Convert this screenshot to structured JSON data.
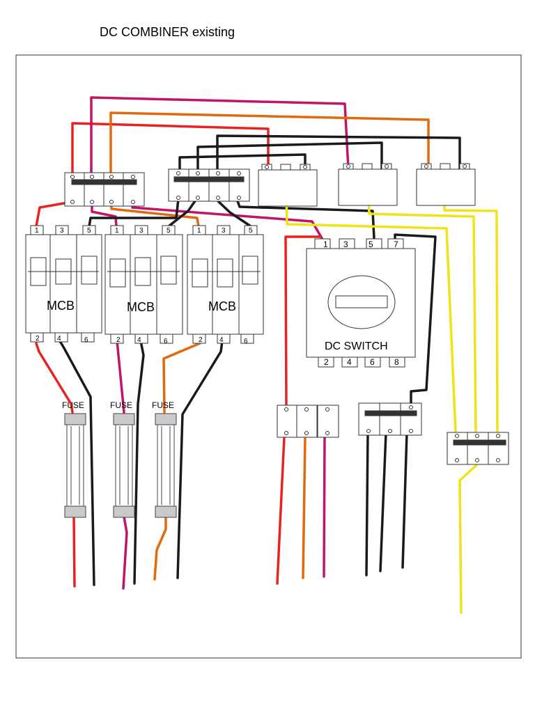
{
  "title": "DC COMBINER existing",
  "mcb_label": "MCB",
  "fuse_label": "FUSE",
  "dc_switch_label": "DC SWITCH",
  "mcb_top_terminals": [
    "1",
    "3",
    "5"
  ],
  "mcb_bottom_terminals": [
    "2",
    "4",
    "6"
  ],
  "dc_switch_top_terminals": [
    "1",
    "3",
    "5",
    "7"
  ],
  "dc_switch_bottom_terminals": [
    "2",
    "4",
    "6",
    "8"
  ],
  "wire_colors": {
    "red": "#e8231f",
    "magenta": "#c2136b",
    "orange": "#e3690f",
    "black": "#1a1a1a",
    "yellow": "#f1e21a"
  }
}
